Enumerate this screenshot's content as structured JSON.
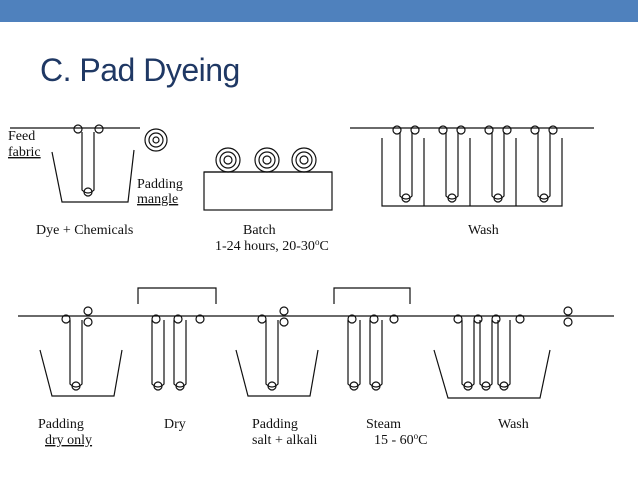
{
  "slide": {
    "title": "C. Pad Dyeing",
    "accent_color": "#4f81bd",
    "title_color": "#1f3864"
  },
  "diagram_top": {
    "feed_label_1": "Feed",
    "feed_label_2": "fabric",
    "padding_label_1": "Padding",
    "padding_label_2": "mangle",
    "dye_label": "Dye + Chemicals",
    "batch_label": "Batch",
    "batch_detail": "1-24 hours, 20-30",
    "batch_unit": "o",
    "batch_unit_c": "C",
    "wash_label": "Wash"
  },
  "diagram_bottom": {
    "padding1_label": "Padding",
    "padding1_detail": "dry only",
    "dry_label": "Dry",
    "padding2_label": "Padding",
    "padding2_detail": "salt + alkali",
    "steam_label": "Steam",
    "steam_detail": "15 - 60",
    "steam_unit": "o",
    "steam_unit_c": "C",
    "wash_label": "Wash"
  }
}
